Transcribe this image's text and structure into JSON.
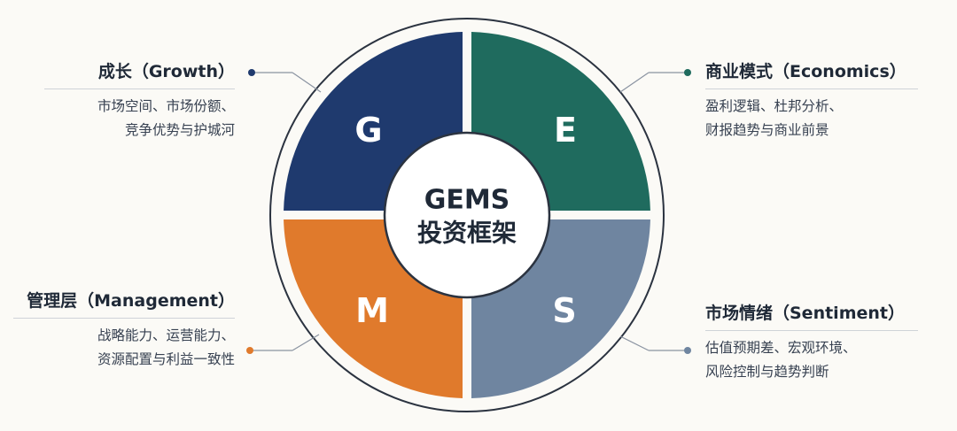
{
  "center": {
    "title": "GEMS",
    "subtitle": "投资框架"
  },
  "quadrants": [
    {
      "key": "g",
      "letter": "G",
      "color": "#1f3a6e"
    },
    {
      "key": "e",
      "letter": "E",
      "color": "#1f6b5e"
    },
    {
      "key": "m",
      "letter": "M",
      "color": "#e07a2c"
    },
    {
      "key": "s",
      "letter": "S",
      "color": "#6f85a0"
    }
  ],
  "labels": {
    "growth": {
      "title": "成长（Growth）",
      "desc_line1": "市场空间、市场份额、",
      "desc_line2": "竞争优势与护城河"
    },
    "economics": {
      "title": "商业模式（Economics）",
      "desc_line1": "盈利逻辑、杜邦分析、",
      "desc_line2": "财报趋势与商业前景"
    },
    "management": {
      "title": "管理层（Management）",
      "desc_line1": "战略能力、运营能力、",
      "desc_line2": "资源配置与利益一致性"
    },
    "sentiment": {
      "title": "市场情绪（Sentiment）",
      "desc_line1": "估值预期差、宏观环境、",
      "desc_line2": "风险控制与趋势判断"
    }
  },
  "colors": {
    "outer_ring": "#1f2937",
    "connector_dark": "#1f3a6e",
    "connector_green": "#1f6b5e",
    "connector_orange": "#e07a2c",
    "connector_slate": "#6f85a0"
  }
}
